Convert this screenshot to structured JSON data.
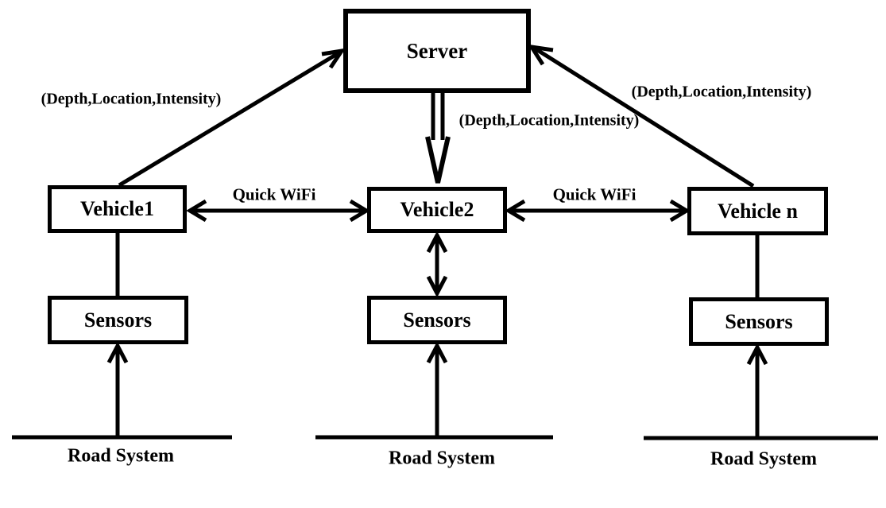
{
  "diagram": {
    "background": "#ffffff",
    "line_color": "#000000",
    "nodes": {
      "server": {
        "label": "Server"
      },
      "vehicle1": {
        "label": "Vehicle1"
      },
      "vehicle2": {
        "label": "Vehicle2"
      },
      "vehicle_n": {
        "label": "Vehicle n"
      },
      "sensors_left": {
        "label": "Sensors"
      },
      "sensors_center": {
        "label": "Sensors"
      },
      "sensors_right": {
        "label": "Sensors"
      }
    },
    "grounds": {
      "road_left": {
        "label": "Road System"
      },
      "road_center": {
        "label": "Road System"
      },
      "road_right": {
        "label": "Road System"
      }
    },
    "edges": {
      "vehicle1_to_server": {
        "label": "(Depth,Location,Intensity)"
      },
      "server_to_vehicle2": {
        "label": "(Depth,Location,Intensity)"
      },
      "vehicle_n_to_server": {
        "label": "(Depth,Location,Intensity)"
      },
      "wifi_left": {
        "label": "Quick WiFi"
      },
      "wifi_right": {
        "label": "Quick WiFi"
      }
    }
  }
}
